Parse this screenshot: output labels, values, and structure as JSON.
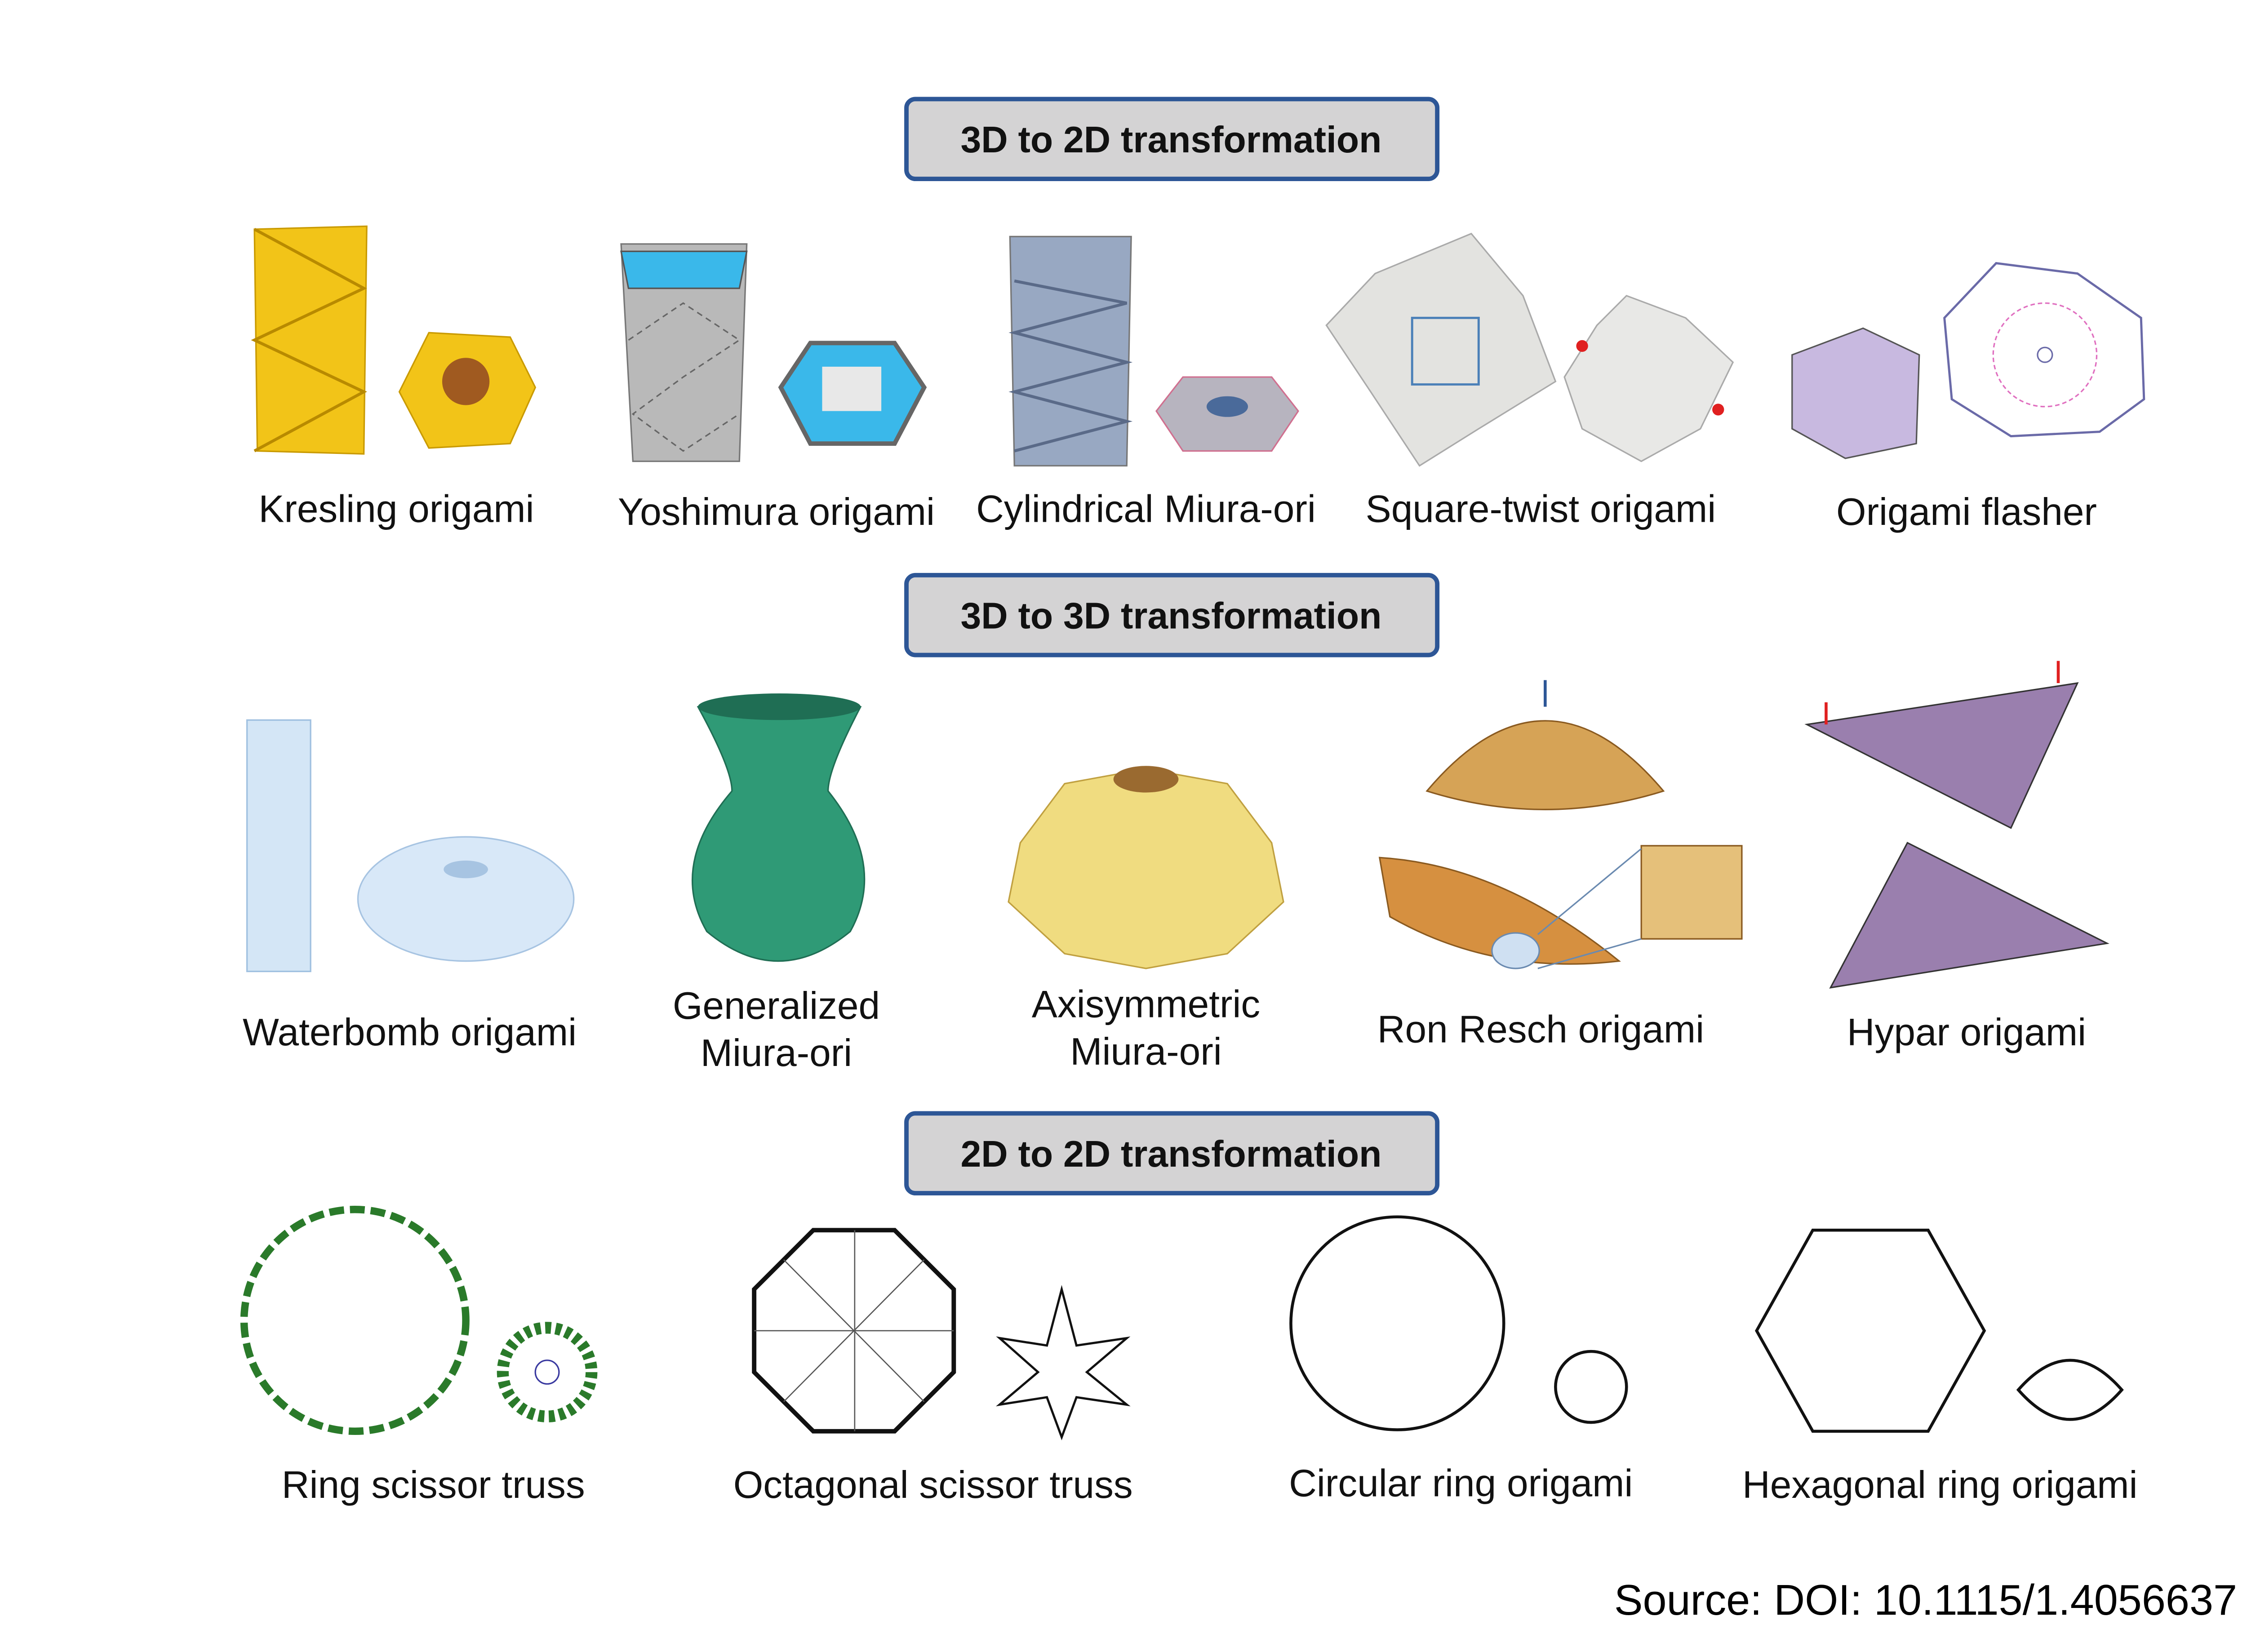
{
  "sections": [
    {
      "title": "3D to 2D transformation",
      "items": [
        "Kresling origami",
        "Yoshimura origami",
        "Cylindrical Miura-ori",
        "Square-twist origami",
        "Origami flasher"
      ]
    },
    {
      "title": "3D to 3D transformation",
      "items": [
        "Waterbomb origami",
        [
          "Generalized",
          "Miura-ori"
        ],
        [
          "Axisymmetric",
          "Miura-ori"
        ],
        "Ron Resch origami",
        "Hypar origami"
      ]
    },
    {
      "title": "2D to 2D transformation",
      "items": [
        "Ring scissor truss",
        "Octagonal scissor truss",
        "Circular ring origami",
        "Hexagonal ring origami"
      ]
    }
  ],
  "source": "Source: DOI: 10.1115/1.4056637",
  "colors": {
    "header_fill": "#d4d3d4",
    "header_border": "#2d5696",
    "kresling": "#f2c418",
    "yoshimura_accent": "#3ab8ea",
    "miura_green": "#2f9a76",
    "hypar": "#9a7fae"
  }
}
